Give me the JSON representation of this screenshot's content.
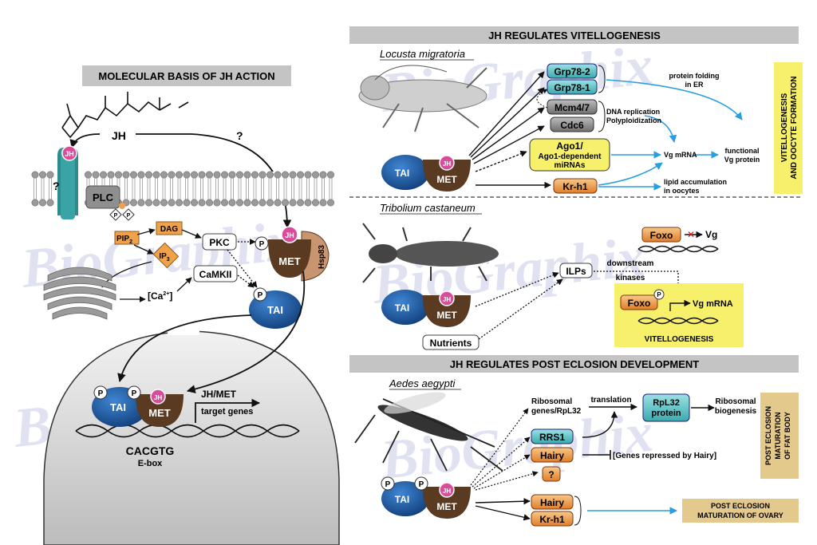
{
  "left": {
    "header": "MOLECULAR BASIS OF JH ACTION",
    "jh": "JH",
    "question1": "?",
    "question2": "?",
    "jh_badge": "JH",
    "plc": "PLC",
    "p": "P",
    "dag": "DAG",
    "pip2": "PIP",
    "pip2_sub": "2",
    "ip3": "IP",
    "ip3_sub": "3",
    "pkc": "PKC",
    "camkii": "CaMKII",
    "ca": "[Ca",
    "ca_sup": "2+",
    "ca_close": "]",
    "met": "MET",
    "hsp83": "Hsp83",
    "tai": "TAI",
    "target_title": "JH/MET",
    "target_sub": "target genes",
    "ebox_seq": "CACGTG",
    "ebox_label": "E-box"
  },
  "vit": {
    "header": "JH REGULATES VITELLOGENESIS",
    "species": "Locusta migratoria",
    "grp78_2": "Grp78-2",
    "grp78_1": "Grp78-1",
    "mcm47": "Mcm4/7",
    "cdc6": "Cdc6",
    "ago1_line1": "Ago1/",
    "ago1_line2": "Ago1-dependent",
    "ago1_line3": "miRNAs",
    "krh1": "Kr-h1",
    "protein_folding_1": "protein folding",
    "protein_folding_2": "in ER",
    "dna_rep_1": "DNA replication",
    "dna_rep_2": "Polyploidization",
    "vg_mrna": "Vg mRNA",
    "functional_1": "functional",
    "functional_2": "Vg protein",
    "lipid_1": "lipid accumulation",
    "lipid_2": "in oocytes",
    "side_1": "VITELLOGENESIS",
    "side_2": "AND OOCYTE FORMATION",
    "tai": "TAI",
    "met": "MET",
    "jh": "JH"
  },
  "trib": {
    "species": "Tribolium castaneum",
    "foxo": "Foxo",
    "vg": "Vg",
    "ilps": "ILPs",
    "downstream_1": "downstream",
    "downstream_2": "kinases",
    "vg_mrna": "Vg mRNA",
    "vitellogenesis": "VITELLOGENESIS",
    "nutrients": "Nutrients",
    "p": "P",
    "tai": "TAI",
    "met": "MET",
    "jh": "JH"
  },
  "post": {
    "header": "JH REGULATES POST ECLOSION DEVELOPMENT",
    "species": "Aedes aegypti",
    "ribo_1": "Ribosomal",
    "ribo_2": "genes/RpL32",
    "translation": "translation",
    "rpl32_1": "RpL32",
    "rpl32_2": "protein",
    "biogen_1": "Ribosomal",
    "biogen_2": "biogenesis",
    "rrs1": "RRS1",
    "hairy": "Hairy",
    "repressed": "[Genes repressed by Hairy]",
    "unknown": "?",
    "hairy2": "Hairy",
    "krh1": "Kr-h1",
    "fat_1": "POST ECLOSION",
    "fat_2": "MATURATION",
    "fat_3": "OF FAT BODY",
    "ovary_1": "POST ECLOSION",
    "ovary_2": "MATURATION OF OVARY",
    "tai": "TAI",
    "met": "MET",
    "jh": "JH",
    "p": "P"
  },
  "watermark": "BioGraphix",
  "colors": {
    "gray_header": "#c4c4c4",
    "tai_blue": "#1f5fa8",
    "met_brown": "#5b3a22",
    "jh_pink": "#d94c9a",
    "teal_box": "#5fc4c8",
    "gray_box": "#8a8a8a",
    "orange_box": "#f0a24a",
    "yellow": "#f7f06a",
    "tan": "#e3c98c",
    "arrow_blue": "#2a9fe0"
  }
}
